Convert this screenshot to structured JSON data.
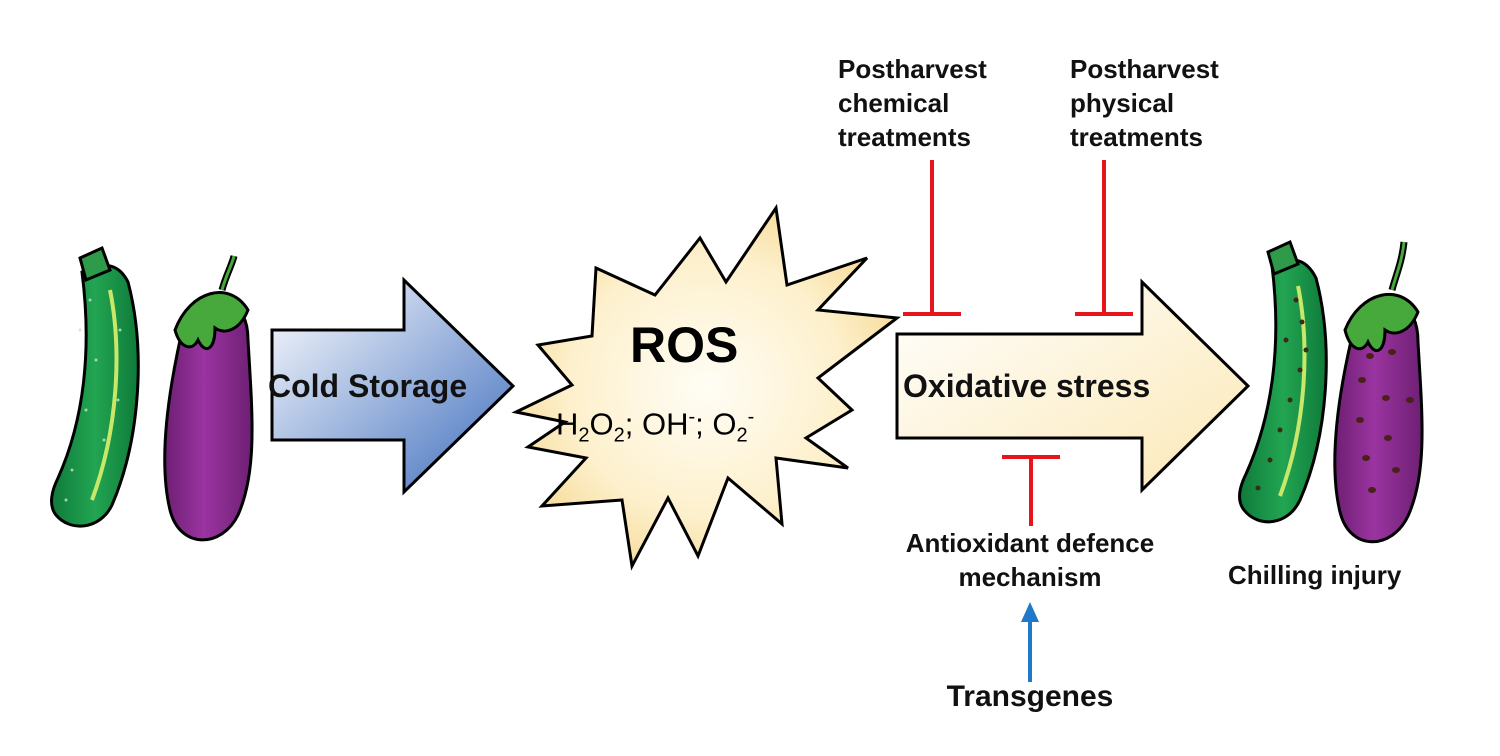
{
  "stages": {
    "cold_storage": "Cold Storage",
    "ros_title": "ROS",
    "ros_species": [
      {
        "base": "H",
        "sub": "2"
      },
      {
        "base": "O",
        "sub": "2"
      },
      {
        "text": "; OH"
      },
      {
        "sup": "-"
      },
      {
        "text": "; O"
      },
      {
        "sub": "2"
      },
      {
        "sup": "-"
      }
    ],
    "oxidative_stress": "Oxidative stress",
    "chilling_injury": "Chilling injury"
  },
  "inhibitors": {
    "chemical": [
      "Postharvest",
      "chemical",
      "treatments"
    ],
    "physical": [
      "Postharvest",
      "physical",
      "treatments"
    ],
    "antioxidant": [
      "Antioxidant defence",
      "mechanism"
    ]
  },
  "activators": {
    "transgenes": "Transgenes"
  },
  "colors": {
    "inhibition": "#e8141b",
    "activation": "#1f78c8",
    "cold_arrow_light": "#f3f6fb",
    "cold_arrow_dark": "#3f6fbf",
    "burst_light": "#fffaf0",
    "burst_dark": "#f7dc9c",
    "stress_light": "#ffffff",
    "stress_dark": "#fbebc0",
    "zucchini": "#1e9a4f",
    "eggplant": "#8a2a8e",
    "calyx": "#3aa33a"
  }
}
